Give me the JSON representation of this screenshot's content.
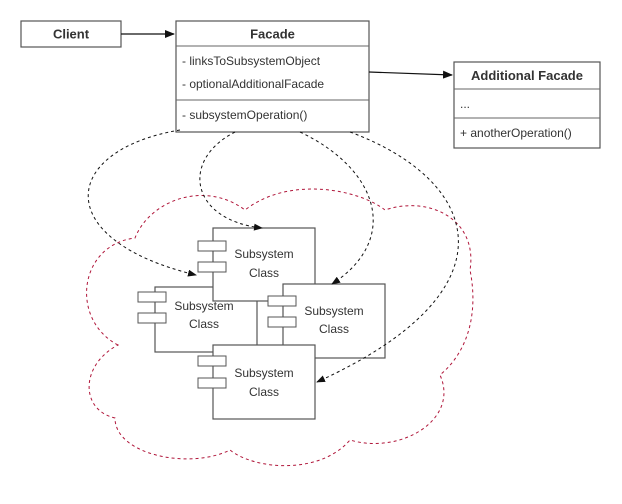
{
  "client": {
    "title": "Client"
  },
  "facade": {
    "title": "Facade",
    "attributes": [
      "- linksToSubsystemObject",
      "- optionalAdditionalFacade"
    ],
    "operations": [
      "- subsystemOperation()"
    ]
  },
  "additional_facade": {
    "title": "Additional Facade",
    "attributes": [
      "..."
    ],
    "operations": [
      "+ anotherOperation()"
    ]
  },
  "subsystems": [
    {
      "line1": "Subsystem",
      "line2": "Class"
    },
    {
      "line1": "Subsystem",
      "line2": "Class"
    },
    {
      "line1": "Subsystem",
      "line2": "Class"
    },
    {
      "line1": "Subsystem",
      "line2": "Class"
    }
  ],
  "colors": {
    "cloud": "#b0163a",
    "border": "#555555",
    "arrow": "#111111"
  }
}
